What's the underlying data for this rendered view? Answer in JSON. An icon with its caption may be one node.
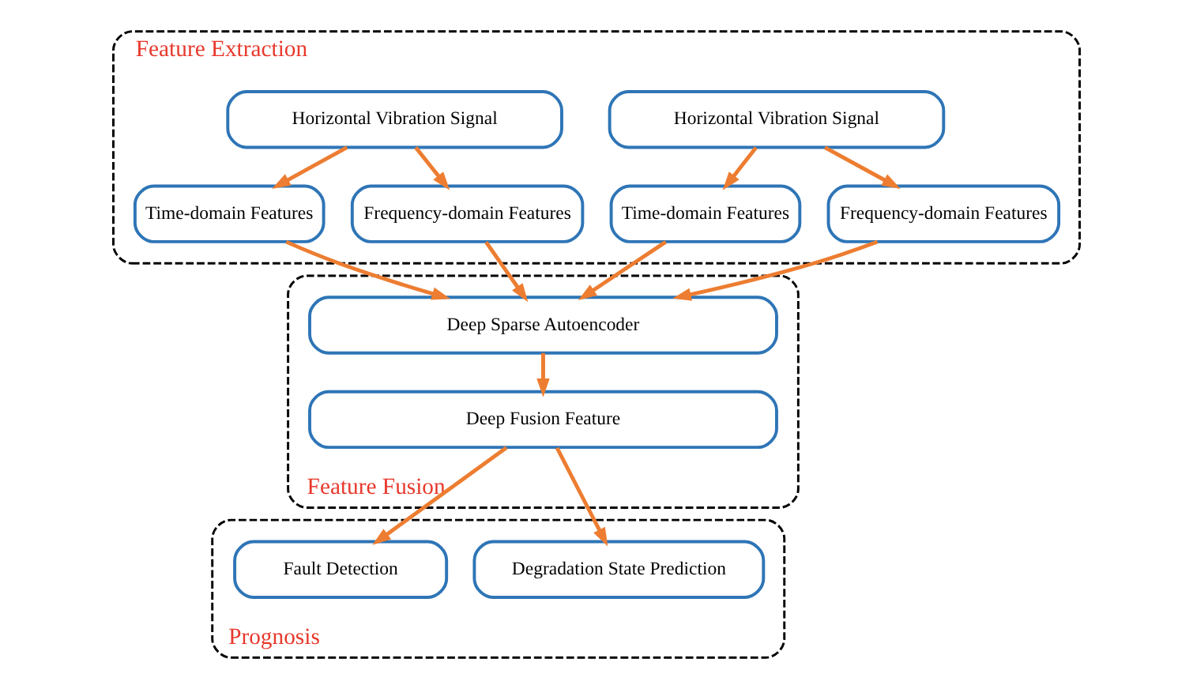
{
  "diagram": {
    "nodes": [
      {
        "text": [
          "Feature Extraction"
        ]
      },
      {
        "text": [
          "Horizontal Vibration Signal"
        ],
        "in": 0
      },
      {
        "text": [
          "Horizontal Vibration Signal"
        ],
        "in": 0
      },
      {
        "text": [
          "Time-domain Features"
        ],
        "in": 0
      },
      {
        "text": [
          "Frequency-domain Features"
        ],
        "in": 0
      },
      {
        "text": [
          "Time-domain Features"
        ],
        "in": 0
      },
      {
        "text": [
          "Frequency-domain Features"
        ],
        "in": 0
      },
      {
        "text": [
          "Feature Fusion"
        ]
      },
      {
        "text": [
          "Deep Sparse Autoencoder"
        ],
        "in": 7
      },
      {
        "text": [
          "Deep Fusion Feature"
        ],
        "in": 7
      },
      {
        "text": [
          "Prognosis"
        ]
      },
      {
        "text": [
          "Fault Detection"
        ],
        "in": 10
      },
      {
        "text": [
          "Degradation State Prediction"
        ],
        "in": 10
      }
    ],
    "edges": [
      {
        "from": 1,
        "to": 3,
        "arrow": "to"
      },
      {
        "from": 1,
        "to": 4,
        "arrow": "to"
      },
      {
        "from": 2,
        "to": 5,
        "arrow": "to"
      },
      {
        "from": 2,
        "to": 6,
        "arrow": "to"
      },
      {
        "from": 3,
        "to": 8,
        "arrow": "to"
      },
      {
        "from": 4,
        "to": 8,
        "arrow": "to"
      },
      {
        "from": 5,
        "to": 8,
        "arrow": "to"
      },
      {
        "from": 6,
        "to": 8,
        "arrow": "to"
      },
      {
        "from": 8,
        "to": 9,
        "arrow": "to"
      },
      {
        "from": 9,
        "to": 11,
        "arrow": "to"
      },
      {
        "from": 9,
        "to": 12,
        "arrow": "to"
      }
    ]
  }
}
